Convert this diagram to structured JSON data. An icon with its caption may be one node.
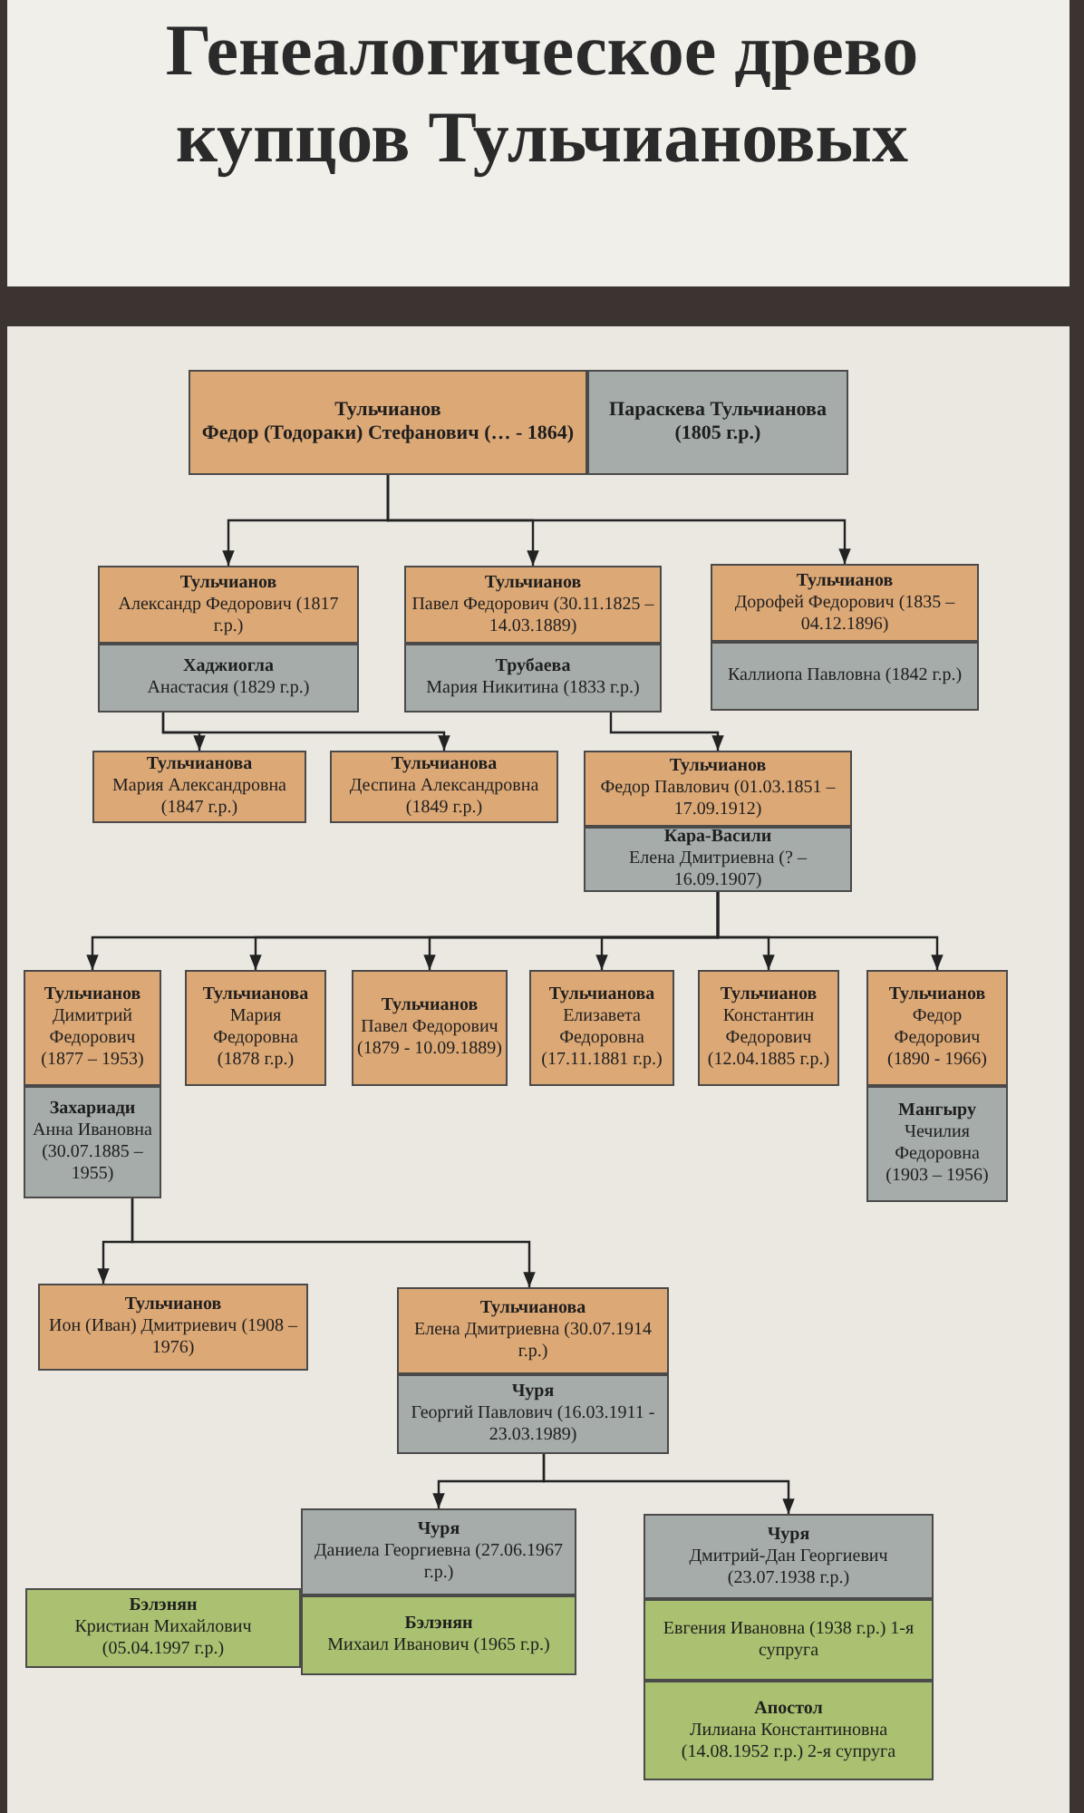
{
  "diagram": {
    "title": "Генеалогическое древо купцов Тульчиановых",
    "nodes": [
      {
        "text": [
          "Тульчианов",
          "Федор (Тодораки) Стефанович (… - 1864)"
        ]
      },
      {
        "text": [
          "Параскева Тульчианова (1805 г.р.)"
        ]
      },
      {
        "text": [
          "Тульчианов",
          "Александр Федорович (1817 г.р.)"
        ]
      },
      {
        "text": [
          "Хаджиогла",
          "Анастасия (1829 г.р.)"
        ]
      },
      {
        "text": [
          "Тульчианов",
          "Павел Федорович (30.11.1825 – 14.03.1889)"
        ]
      },
      {
        "text": [
          "Трубаева",
          "Мария Никитина (1833 г.р.)"
        ]
      },
      {
        "text": [
          "Тульчианов",
          "Дорофей Федорович (1835 – 04.12.1896)"
        ]
      },
      {
        "text": [
          "Каллиопа Павловна (1842 г.р.)"
        ]
      },
      {
        "text": [
          "Тульчианова",
          "Мария Александровна (1847 г.р.)"
        ]
      },
      {
        "text": [
          "Тульчианова",
          "Деспина Александровна (1849 г.р.)"
        ]
      },
      {
        "text": [
          "Тульчианов",
          "Федор Павлович (01.03.1851 – 17.09.1912)"
        ]
      },
      {
        "text": [
          "Кара-Васили",
          "Елена Дмитриевна (? – 16.09.1907)"
        ]
      },
      {
        "text": [
          "Тульчианов",
          "Димитрий Федорович (1877 – 1953)"
        ]
      },
      {
        "text": [
          "Захариади",
          "Анна Ивановна (30.07.1885 – 1955)"
        ]
      },
      {
        "text": [
          "Тульчианова",
          "Мария Федоровна (1878 г.р.)"
        ]
      },
      {
        "text": [
          "Тульчианов",
          "Павел Федорович (1879 - 10.09.1889)"
        ]
      },
      {
        "text": [
          "Тульчианова",
          "Елизавета Федоровна (17.11.1881 г.р.)"
        ]
      },
      {
        "text": [
          "Тульчианов",
          "Константин Федорович (12.04.1885 г.р.)"
        ]
      },
      {
        "text": [
          "Тульчианов",
          "Федор Федорович (1890 - 1966)"
        ]
      },
      {
        "text": [
          "Мангыру",
          "Чечилия Федоровна (1903 – 1956)"
        ]
      },
      {
        "text": [
          "Тульчианов",
          "Ион (Иван) Дмитриевич (1908 – 1976)"
        ]
      },
      {
        "text": [
          "Тульчианова",
          "Елена Дмитриевна (30.07.1914 г.р.)"
        ]
      },
      {
        "text": [
          "Чуря",
          "Георгий Павлович (16.03.1911 - 23.03.1989)"
        ]
      },
      {
        "text": [
          "Чуря",
          "Даниела Георгиевна (27.06.1967 г.р.)"
        ]
      },
      {
        "text": [
          "Бэлэнян",
          "Михаил Иванович (1965 г.р.)"
        ]
      },
      {
        "text": [
          "Бэлэнян",
          "Кристиан Михайлович (05.04.1997 г.р.)"
        ]
      },
      {
        "text": [
          "Чуря",
          "Дмитрий-Дан Георгиевич (23.07.1938 г.р.)"
        ]
      },
      {
        "text": [
          "Евгения Ивановна (1938 г.р.) 1-я супруга"
        ]
      },
      {
        "text": [
          "Апостол",
          "Лилиана Константиновна (14.08.1952 г.р.) 2-я супруга"
        ]
      }
    ],
    "edges": [
      {
        "from": 0,
        "to": 2,
        "arrow": "to"
      },
      {
        "from": 0,
        "to": 4,
        "arrow": "to"
      },
      {
        "from": 0,
        "to": 6,
        "arrow": "to"
      },
      {
        "from": 3,
        "to": 8,
        "arrow": "to"
      },
      {
        "from": 3,
        "to": 9,
        "arrow": "to"
      },
      {
        "from": 5,
        "to": 10,
        "arrow": "to"
      },
      {
        "from": 11,
        "to": 12,
        "arrow": "to"
      },
      {
        "from": 11,
        "to": 14,
        "arrow": "to"
      },
      {
        "from": 11,
        "to": 15,
        "arrow": "to"
      },
      {
        "from": 11,
        "to": 16,
        "arrow": "to"
      },
      {
        "from": 11,
        "to": 17,
        "arrow": "to"
      },
      {
        "from": 11,
        "to": 18,
        "arrow": "to"
      },
      {
        "from": 13,
        "to": 20,
        "arrow": "to"
      },
      {
        "from": 13,
        "to": 21,
        "arrow": "to"
      },
      {
        "from": 22,
        "to": 23,
        "arrow": "to"
      },
      {
        "from": 22,
        "to": 26,
        "arrow": "to"
      }
    ]
  }
}
